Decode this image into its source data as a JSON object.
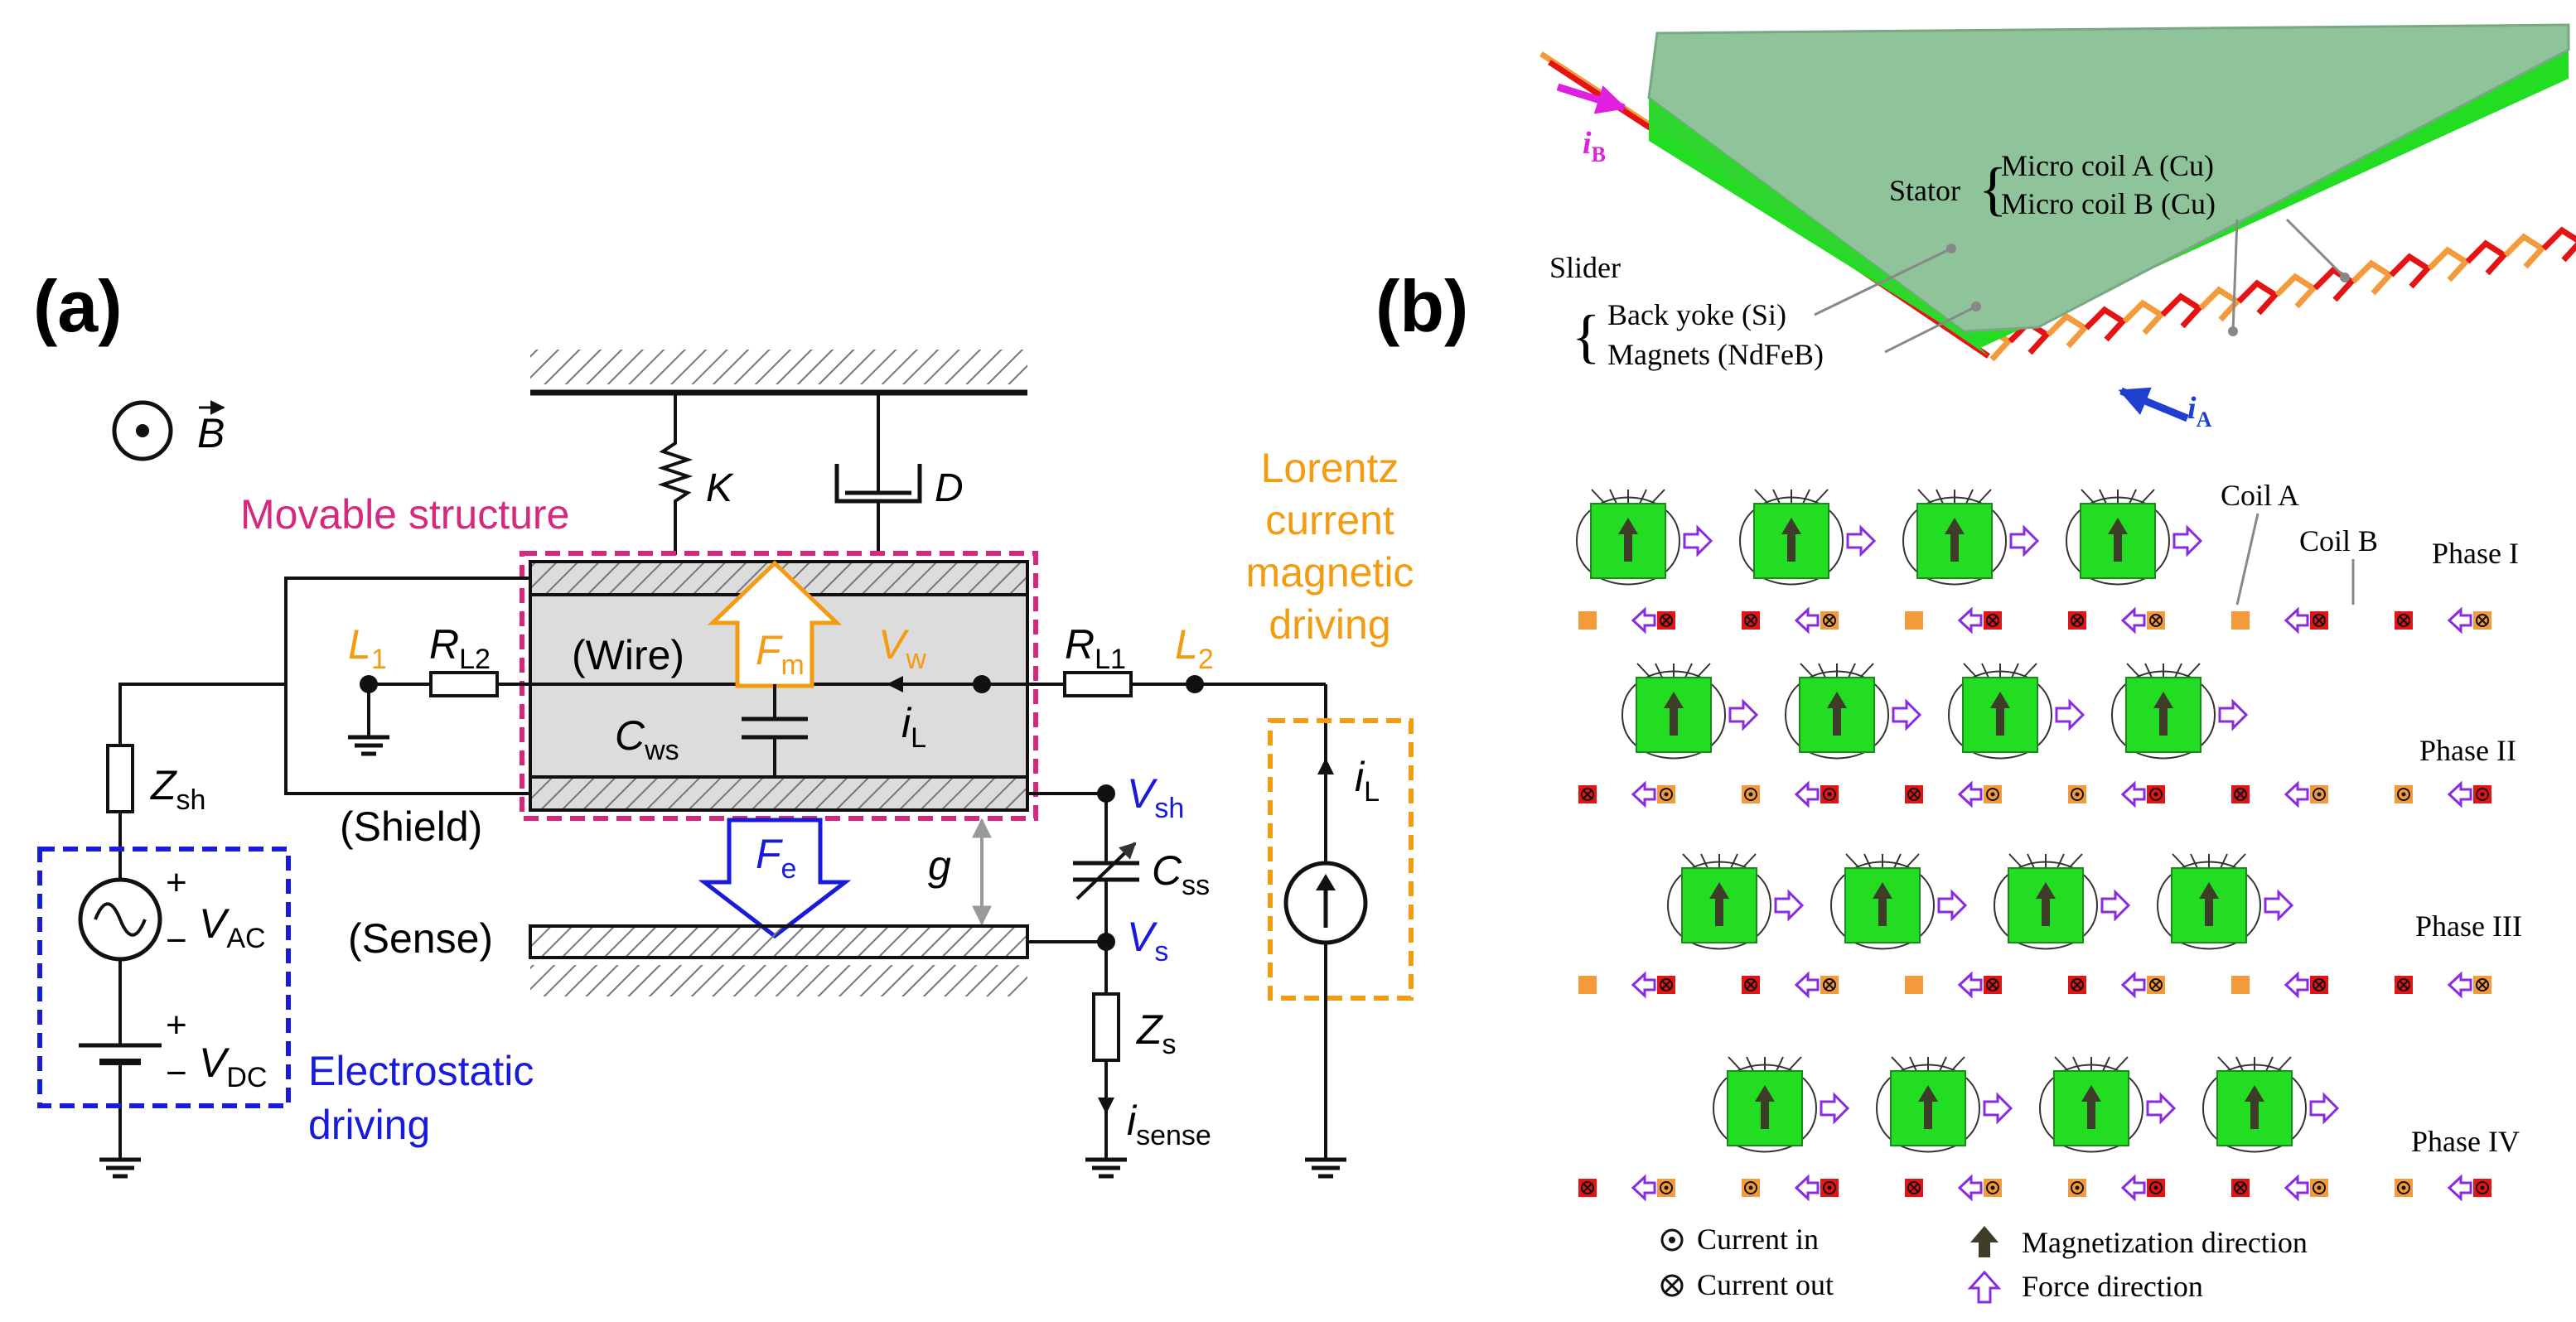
{
  "panel_a": {
    "label": "(a)",
    "b_symbol": "B",
    "movable_structure": "Movable structure",
    "spring": "K",
    "damper": "D",
    "lorentz": [
      "Lorentz",
      "current",
      "magnetic",
      "driving"
    ],
    "L1": {
      "main": "L",
      "sub": "1"
    },
    "L2": {
      "main": "L",
      "sub": "2"
    },
    "RL2": {
      "main": "R",
      "sub": "L2"
    },
    "RL1": {
      "main": "R",
      "sub": "L1"
    },
    "wire": "(Wire)",
    "Fm": {
      "main": "F",
      "sub": "m"
    },
    "Vw": {
      "main": "V",
      "sub": "w"
    },
    "Cws": {
      "main": "C",
      "sub": "ws"
    },
    "iL_inner": {
      "main": "i",
      "sub": "L"
    },
    "iL_source": {
      "main": "i",
      "sub": "L"
    },
    "Zsh": {
      "main": "Z",
      "sub": "sh"
    },
    "shield": "(Shield)",
    "Vsh": {
      "main": "V",
      "sub": "sh"
    },
    "Fe": {
      "main": "F",
      "sub": "e"
    },
    "gap": "g",
    "Css": {
      "main": "C",
      "sub": "ss"
    },
    "sense": "(Sense)",
    "Vs": {
      "main": "V",
      "sub": "s"
    },
    "VAC": {
      "main": "V",
      "sub": "AC"
    },
    "VDC": {
      "main": "V",
      "sub": "DC"
    },
    "plus": "+",
    "minus": "−",
    "electrostatic": [
      "Electrostatic",
      "driving"
    ],
    "Zs": {
      "main": "Z",
      "sub": "s"
    },
    "isense": {
      "main": "i",
      "sub": "sense"
    },
    "colors": {
      "magenta": "#d6287d",
      "orange": "#f39c12",
      "blue": "#1a1adb",
      "body": "#dcdcdc",
      "black": "#111111"
    }
  },
  "panel_b": {
    "label": "(b)",
    "iB": {
      "main": "i",
      "sub": "B"
    },
    "iA": {
      "main": "i",
      "sub": "A"
    },
    "stator": "Stator",
    "coil_a_cu": "Micro coil A (Cu)",
    "coil_b_cu": "Micro coil B (Cu)",
    "slider": "Slider",
    "back_yoke": "Back yoke (Si)",
    "magnets": "Magnets (NdFeB)",
    "coil_a": "Coil A",
    "coil_b": "Coil B",
    "phases": [
      "Phase I",
      "Phase II",
      "Phase III",
      "Phase IV"
    ],
    "legend": {
      "current_in": "Current in",
      "current_out": "Current out",
      "magnetization": "Magnetization direction",
      "force": "Force direction"
    },
    "colors": {
      "slab_top": "#8fc39a",
      "magnet": "#22dd22",
      "coil_a": "#f39a3a",
      "coil_b": "#e41414",
      "force": "#8a2be2",
      "iB": "#e020e0",
      "iA": "#1f3fd0"
    }
  }
}
